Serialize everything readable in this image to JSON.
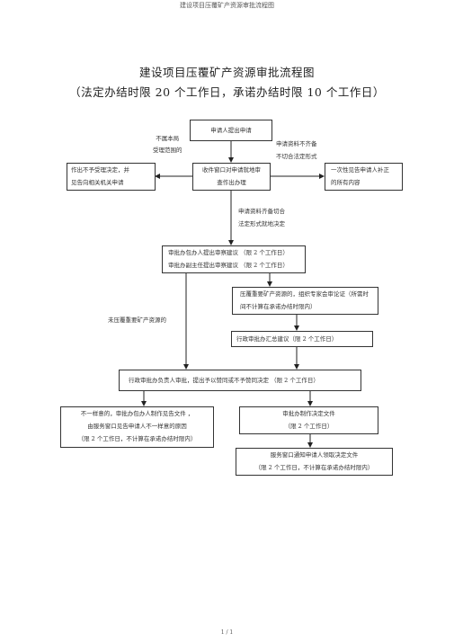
{
  "header": {
    "text": "建设项目压覆矿产资源审批流程图"
  },
  "title": {
    "line1": "建设项目压覆矿产资源审批流程图",
    "line2": "（法定办结时限 20 个工作日，承诺办结时限 10 个工作日）"
  },
  "nodes": {
    "apply": "申请人提出申请",
    "reject": {
      "line1": "作出不予受理决定，并",
      "line2": "见告向相关机关申请"
    },
    "window": {
      "line1": "收件窗口对申请就地审",
      "line2": "查作出办理"
    },
    "supplement": {
      "line1": "一次性见告申请人补正",
      "line2": "的所有内容"
    },
    "review": {
      "line1": "审批办包办人提出审察建议 （限 2 个工作日）",
      "line2": "审批办副主任提出审察建议 （限 2 个工作日）"
    },
    "expert": {
      "line1": "压覆重要矿产资源的，组织专家会审论证（所需时",
      "line2": "间不计算在承诺办结时限内）"
    },
    "summary": "行政审批办汇总建议（限 2 个工作日）",
    "decision": "行政审批办负责人审批，提出予以赞同或不予赞同决定 （限 2 个工作日）",
    "disagree": {
      "line1": "不一样意的，审批办包办人制作见告文件 ，",
      "line2": "由服务窗口见告申请人不一样意的原因",
      "line3": "（限 2 个工作日，不计算在承诺办结时限内）"
    },
    "make_doc": {
      "line1": "审批办制作决定文件",
      "line2": "（限 2 个工作日）"
    },
    "notify": {
      "line1": "服务窗口通知申请人领取决定文件",
      "line2": "（限 2 个工作日，不计算在承诺办结时限内）"
    }
  },
  "notes": {
    "not_in_scope": {
      "line1": "不属本局",
      "line2": "受理范围的"
    },
    "incomplete": {
      "line1": "申请资料不齐备",
      "line2": "不切合法定形式"
    },
    "complete": {
      "line1": "申请资料齐备切合",
      "line2": "法定形式就地决定"
    },
    "not_important": "未压覆重要矿产资源的"
  },
  "footer": {
    "page": "1 / 1"
  }
}
